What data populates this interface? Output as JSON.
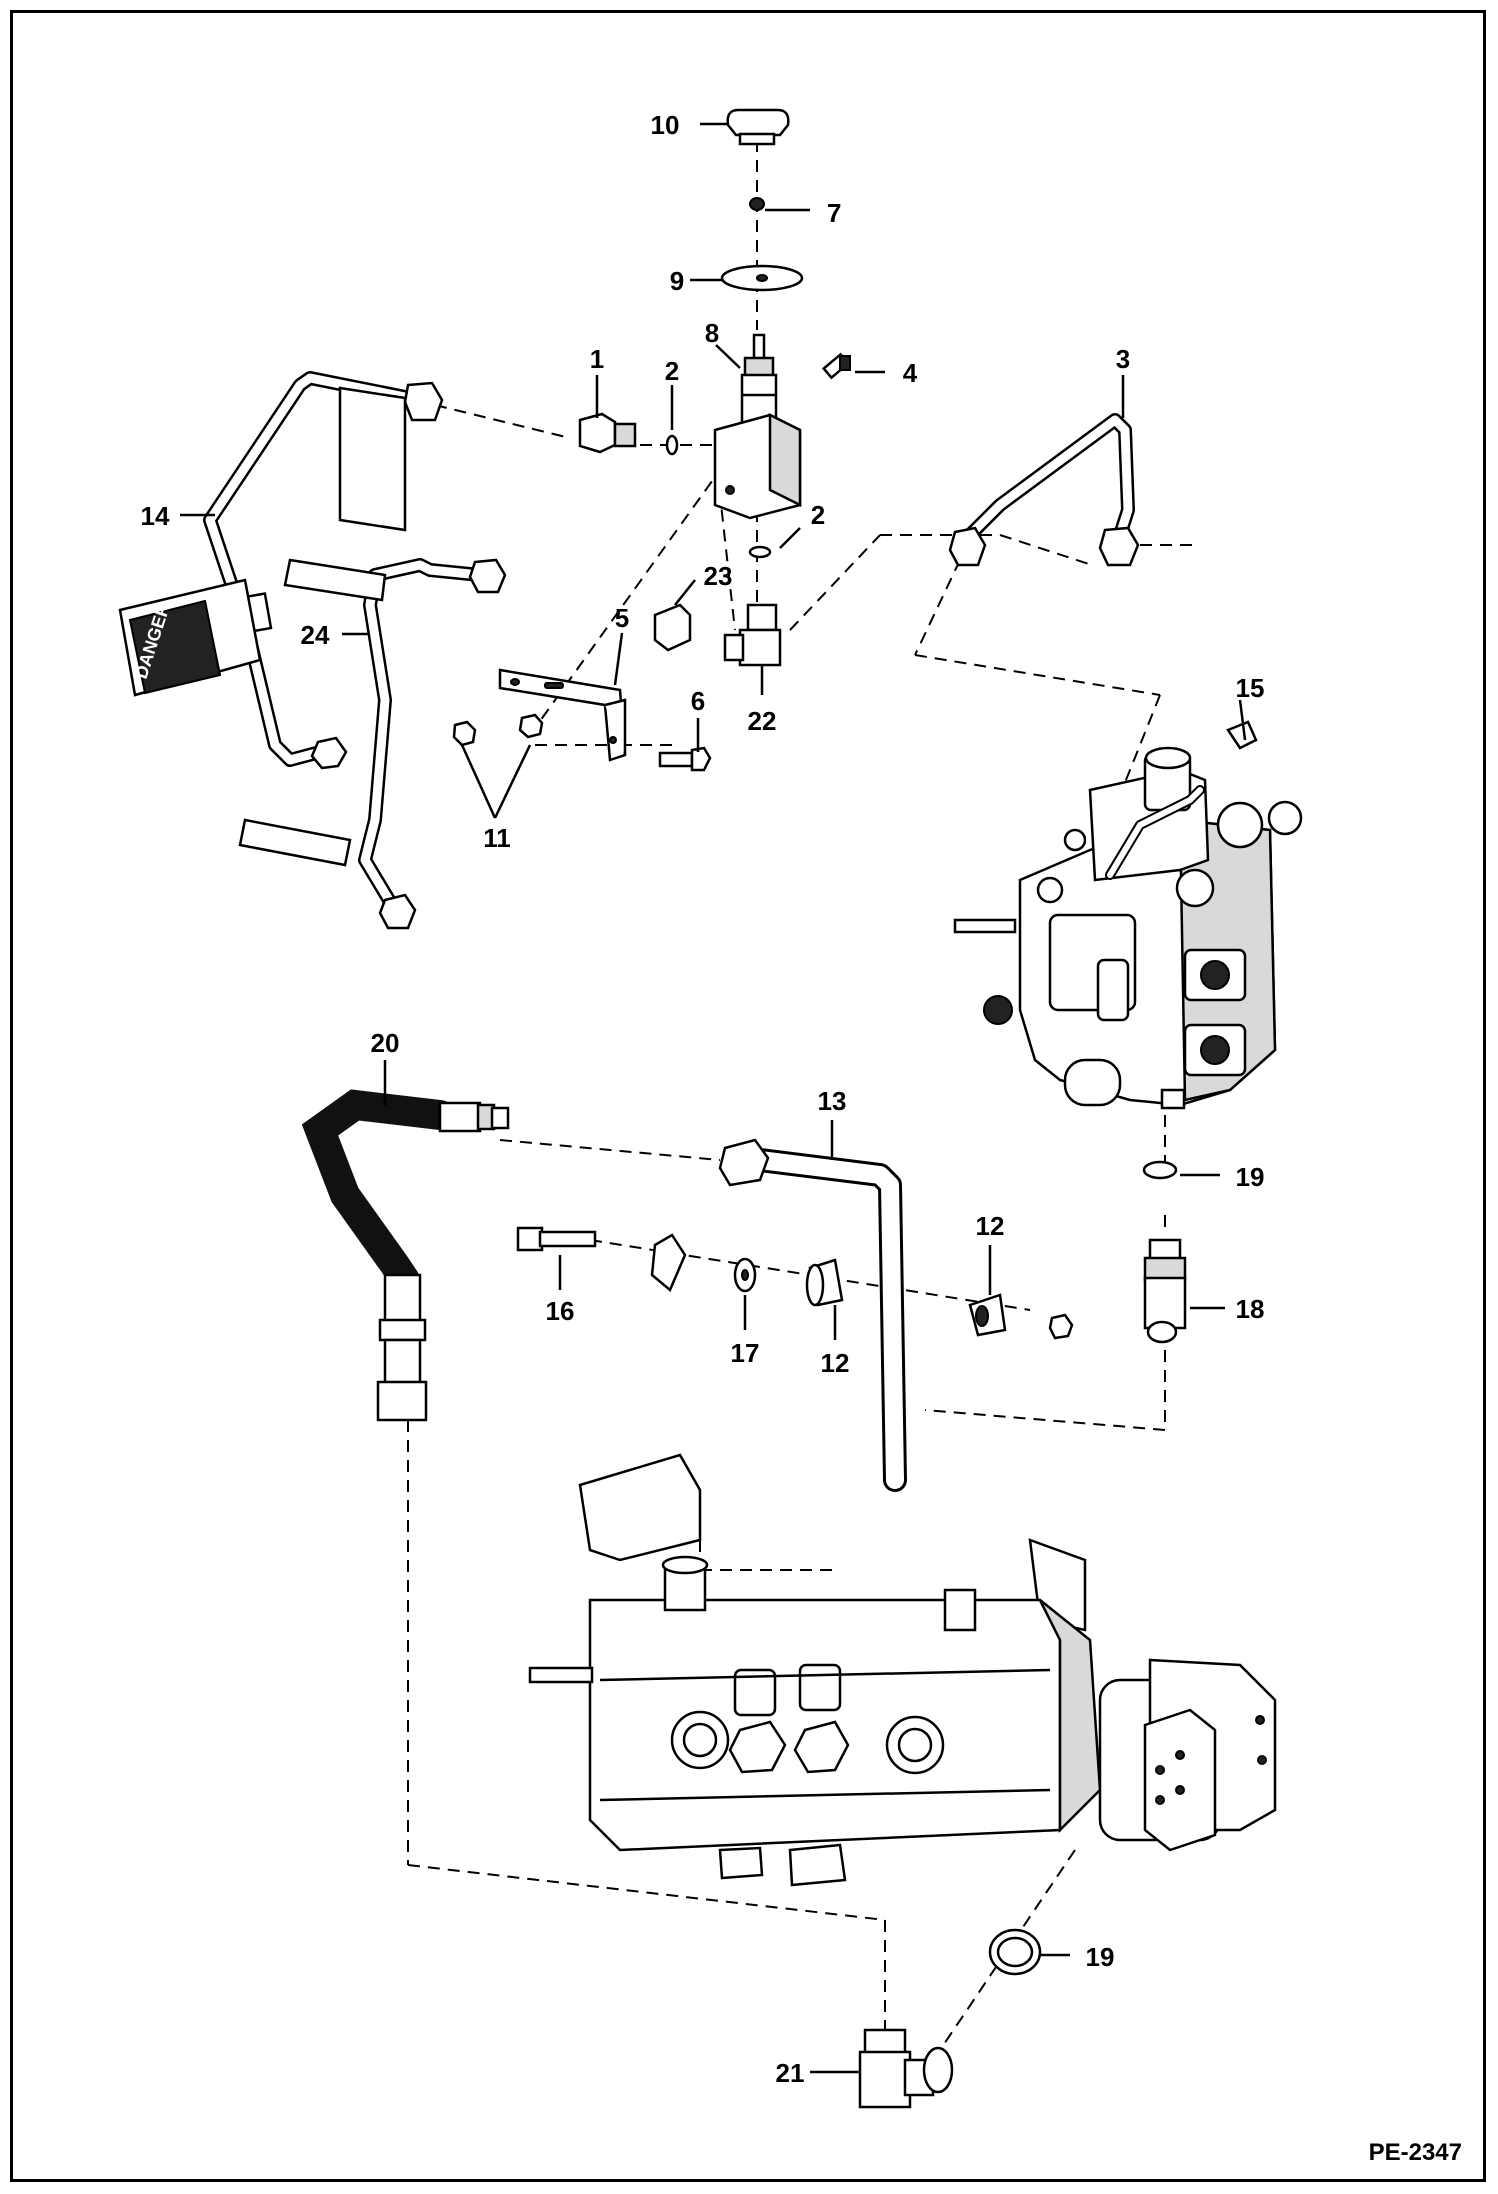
{
  "diagram": {
    "drawing_code": "PE-2347",
    "tag_text": "DANGER",
    "callouts": [
      {
        "id": "c1",
        "label": "1"
      },
      {
        "id": "c2a",
        "label": "2"
      },
      {
        "id": "c2b",
        "label": "2"
      },
      {
        "id": "c3",
        "label": "3"
      },
      {
        "id": "c4",
        "label": "4"
      },
      {
        "id": "c5",
        "label": "5"
      },
      {
        "id": "c6",
        "label": "6"
      },
      {
        "id": "c7",
        "label": "7"
      },
      {
        "id": "c8",
        "label": "8"
      },
      {
        "id": "c9",
        "label": "9"
      },
      {
        "id": "c10",
        "label": "10"
      },
      {
        "id": "c11",
        "label": "11"
      },
      {
        "id": "c12a",
        "label": "12"
      },
      {
        "id": "c12b",
        "label": "12"
      },
      {
        "id": "c13",
        "label": "13"
      },
      {
        "id": "c14",
        "label": "14"
      },
      {
        "id": "c15",
        "label": "15"
      },
      {
        "id": "c16",
        "label": "16"
      },
      {
        "id": "c17",
        "label": "17"
      },
      {
        "id": "c18",
        "label": "18"
      },
      {
        "id": "c19a",
        "label": "19"
      },
      {
        "id": "c19b",
        "label": "19"
      },
      {
        "id": "c20",
        "label": "20"
      },
      {
        "id": "c21",
        "label": "21"
      },
      {
        "id": "c22",
        "label": "22"
      },
      {
        "id": "c23",
        "label": "23"
      },
      {
        "id": "c24",
        "label": "24"
      }
    ]
  }
}
